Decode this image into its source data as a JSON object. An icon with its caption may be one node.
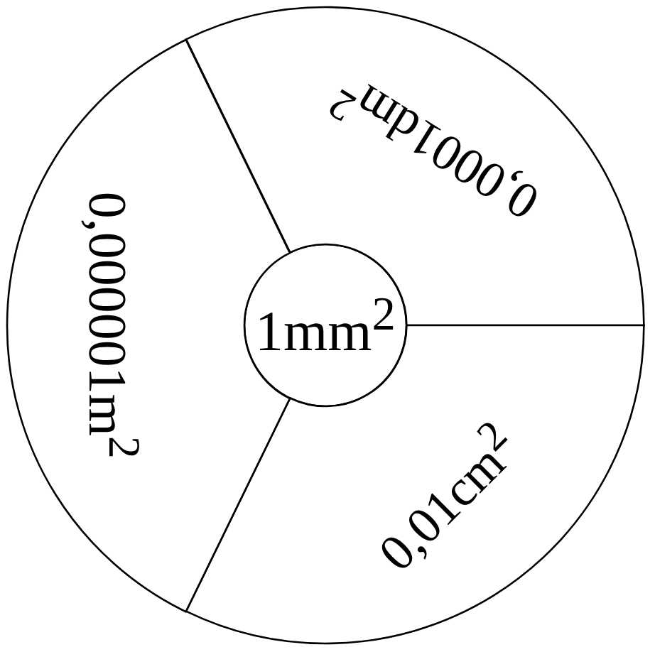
{
  "diagram": {
    "nodes": [
      {
        "text": [
          "1mm$^{2}$"
        ]
      },
      {
        "text": [
          "0,0001dm$^{2}$"
        ]
      },
      {
        "text": [
          "0,01cm$^{2}$"
        ]
      },
      {
        "text": [
          "0,000001m$^{2}$"
        ]
      }
    ]
  }
}
